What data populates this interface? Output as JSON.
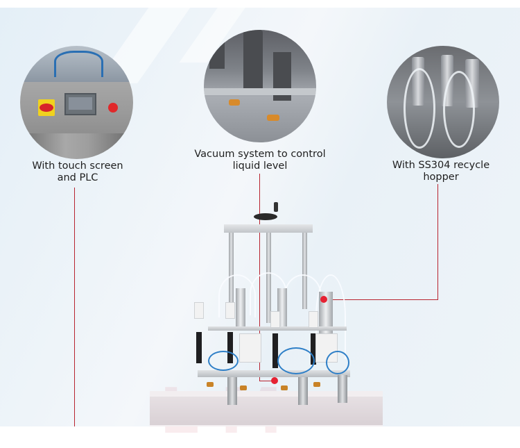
{
  "infographic": {
    "subject": "filling machine",
    "accent_color": "#e62132",
    "line_color": "#b8232f",
    "callouts": [
      {
        "id": "touch-screen-plc",
        "caption_line1": "With touch screen",
        "caption_line2": "and PLC",
        "image": "control-panel-closeup"
      },
      {
        "id": "vacuum-system",
        "caption_line1": "Vacuum system to control",
        "caption_line2": "liquid level",
        "image": "vacuum-nozzle-closeup"
      },
      {
        "id": "ss304-hopper",
        "caption_line1": "With SS304 recycle",
        "caption_line2": "hopper",
        "image": "recycle-hopper-closeup"
      }
    ]
  }
}
